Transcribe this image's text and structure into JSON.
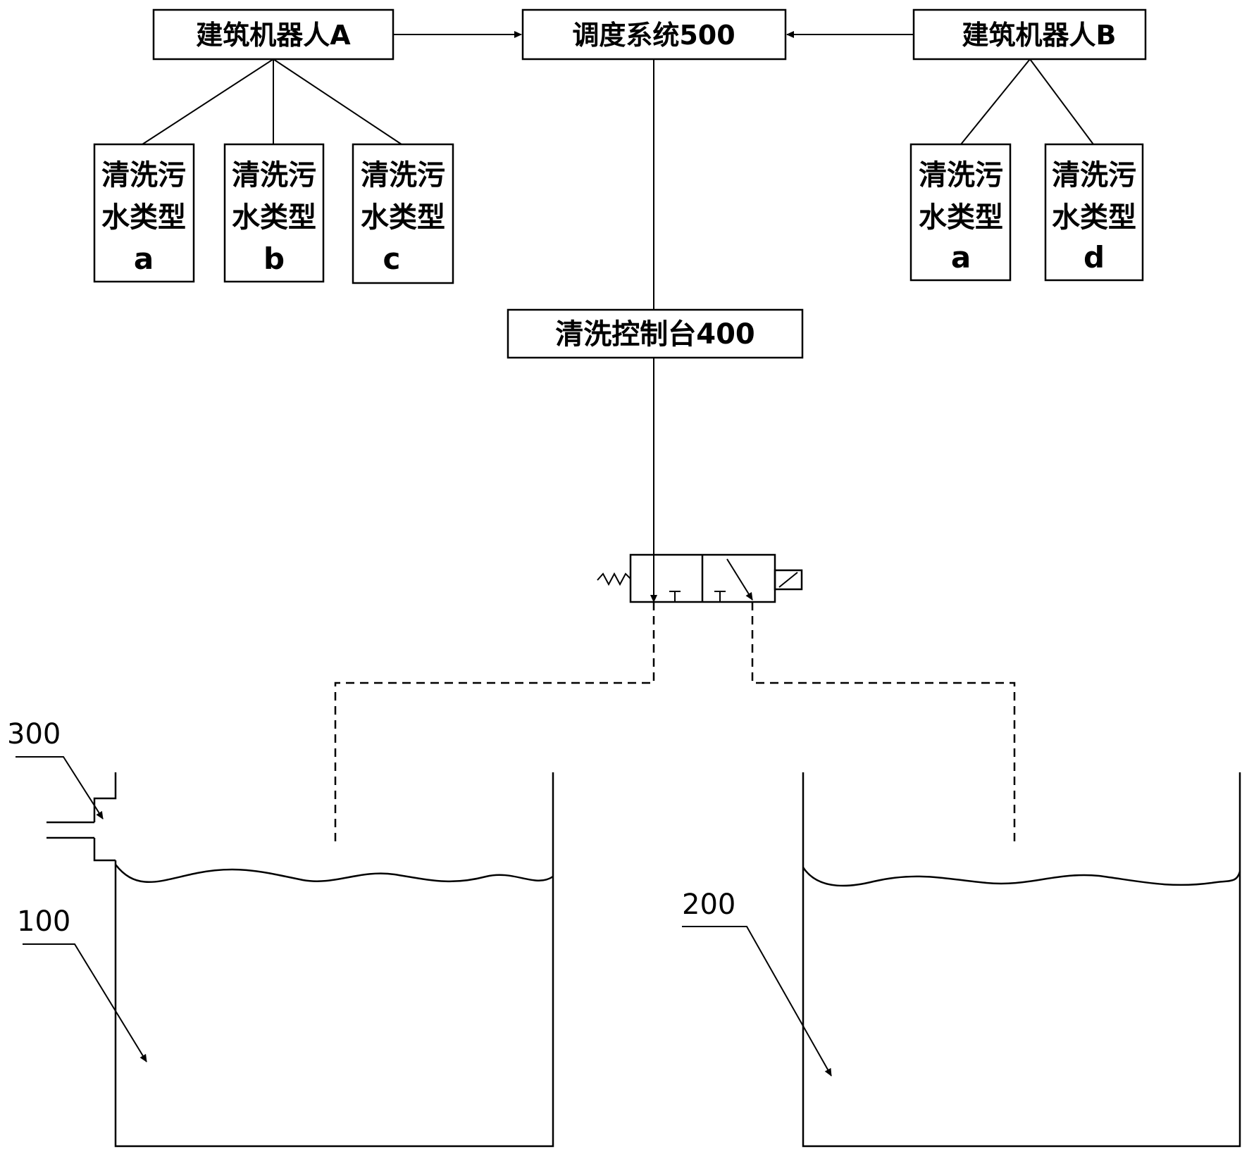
{
  "dispatch": {
    "label": "调度系统500"
  },
  "robot_a": {
    "label": "建筑机器人A",
    "types": [
      {
        "line1": "清洗污",
        "line2": "水类型",
        "code": "a"
      },
      {
        "line1": "清洗污",
        "line2": "水类型",
        "code": "b"
      },
      {
        "line1": "清洗污",
        "line2": "水类型",
        "code": "c"
      }
    ]
  },
  "robot_b": {
    "label": "建筑机器人B",
    "types": [
      {
        "line1": "清洗污",
        "line2": "水类型",
        "code": "a"
      },
      {
        "line1": "清洗污",
        "line2": "水类型",
        "code": "d"
      }
    ]
  },
  "console": {
    "label": "清洗控制台400"
  },
  "refs": {
    "tank_left": "100",
    "tank_right": "200",
    "inlet": "300"
  }
}
